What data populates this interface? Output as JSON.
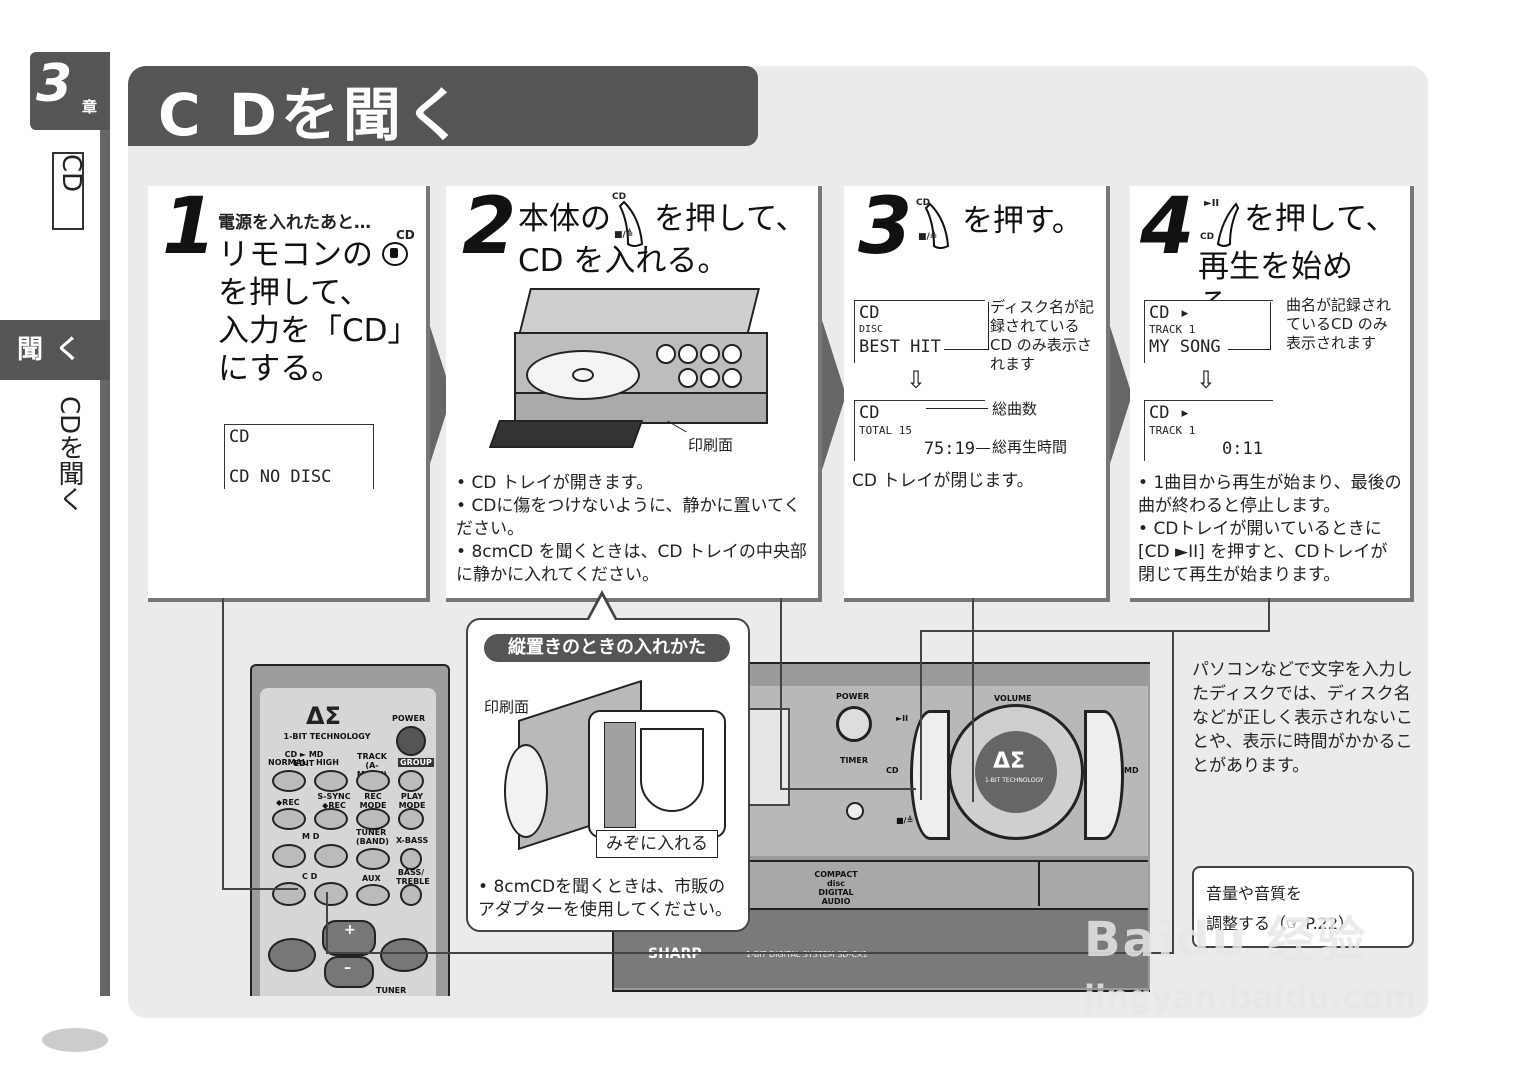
{
  "sidebar": {
    "chapter_number": "3",
    "chapter_kanji": "章",
    "section_code": "CD",
    "tab_label": "聞く",
    "vertical_subtitle": "CDを聞く"
  },
  "title": "C Dを聞く",
  "steps": [
    {
      "number": "1",
      "lead": "電源を入れたあと…",
      "text_lines": [
        "リモコンの",
        "を押して、",
        "入力を「CD」",
        "にする。"
      ],
      "button_label": "CD",
      "display_lines": [
        "CD",
        "",
        "CD NO DISC"
      ]
    },
    {
      "number": "2",
      "text_lines": [
        "本体の",
        "を押して、",
        "CD を入れる。"
      ],
      "button_label_top": "CD",
      "button_label_bottom": "■/≜",
      "callout": "印刷面",
      "notes": [
        "CD トレイが開きます。",
        "CDに傷をつけないように、静かに置いてください。",
        "8cmCD を聞くときは、CD トレイの中央部に静かに入れてください。"
      ]
    },
    {
      "number": "3",
      "text": "を押す。",
      "button_label_top": "CD",
      "button_label_bottom": "■/≜",
      "display1_lines": [
        "CD",
        "DISC",
        "BEST HIT"
      ],
      "display1_note": "ディスク名が記録されているCD のみ表示されます",
      "display2_lines": [
        "CD",
        "TOTAL   15",
        "75:19"
      ],
      "label_total_tracks": "総曲数",
      "label_total_time": "総再生時間",
      "note": "CD トレイが閉じます。"
    },
    {
      "number": "4",
      "text_lines": [
        "を押して、",
        "再生を始める。"
      ],
      "button_label_top": "►II",
      "button_label_bottom": "CD",
      "display1_lines": [
        "CD ▸",
        "TRACK  1",
        "MY SONG"
      ],
      "display1_note": "曲名が記録されているCD のみ表示されます",
      "display2_lines": [
        "CD ▸",
        "TRACK  1",
        "0:11"
      ],
      "notes": [
        "1曲目から再生が始まり、最後の曲が終わると停止します。",
        "CDトレイが開いているときに[CD ►II] を押すと、CDトレイが閉じて再生が始まります。"
      ]
    }
  ],
  "vertical_box": {
    "title": "縦置きのときの入れかた",
    "callout_print": "印刷面",
    "callout_groove": "みぞに入れる",
    "note": "8cmCDを聞くときは、市販のアダプターを使用してください。"
  },
  "side_note": "パソコンなどで文字を入力したディスクでは、ディスク名などが正しく表示されないことや、表示に時間がかかることがあります。",
  "reference": {
    "line1": "音量や音質を",
    "line2": "調整する（☞ P.22）"
  },
  "remote": {
    "brand_symbol": "ΔΣ",
    "brand_text": "1-BIT TECHNOLOGY",
    "labels": [
      "POWER",
      "CD ► MD EDIT",
      "NORMAL",
      "HIGH",
      "TRACK (A-MARK)",
      "GROUP",
      "◆REC",
      "S-SYNC ◆REC",
      "REC MODE",
      "PLAY MODE",
      "M D",
      "TUNER (BAND)",
      "X-BASS",
      "C D",
      "AUX",
      "BASS/ TREBLE",
      "+",
      "–",
      "TUNER"
    ]
  },
  "unit": {
    "labels": [
      "POWER",
      "TIMER",
      "VOLUME",
      "CD",
      "MD",
      "►II",
      "■/≜",
      "COMPACT disc DIGITAL AUDIO",
      "SHARP",
      "1-BIT DIGITAL SYSTEM SD-CX1"
    ],
    "brand_symbol": "ΔΣ",
    "brand_text": "1-BIT TECHNOLOGY"
  },
  "watermark": {
    "line1": "Baidu 经验",
    "line2": "jingyan.baidu.com"
  }
}
